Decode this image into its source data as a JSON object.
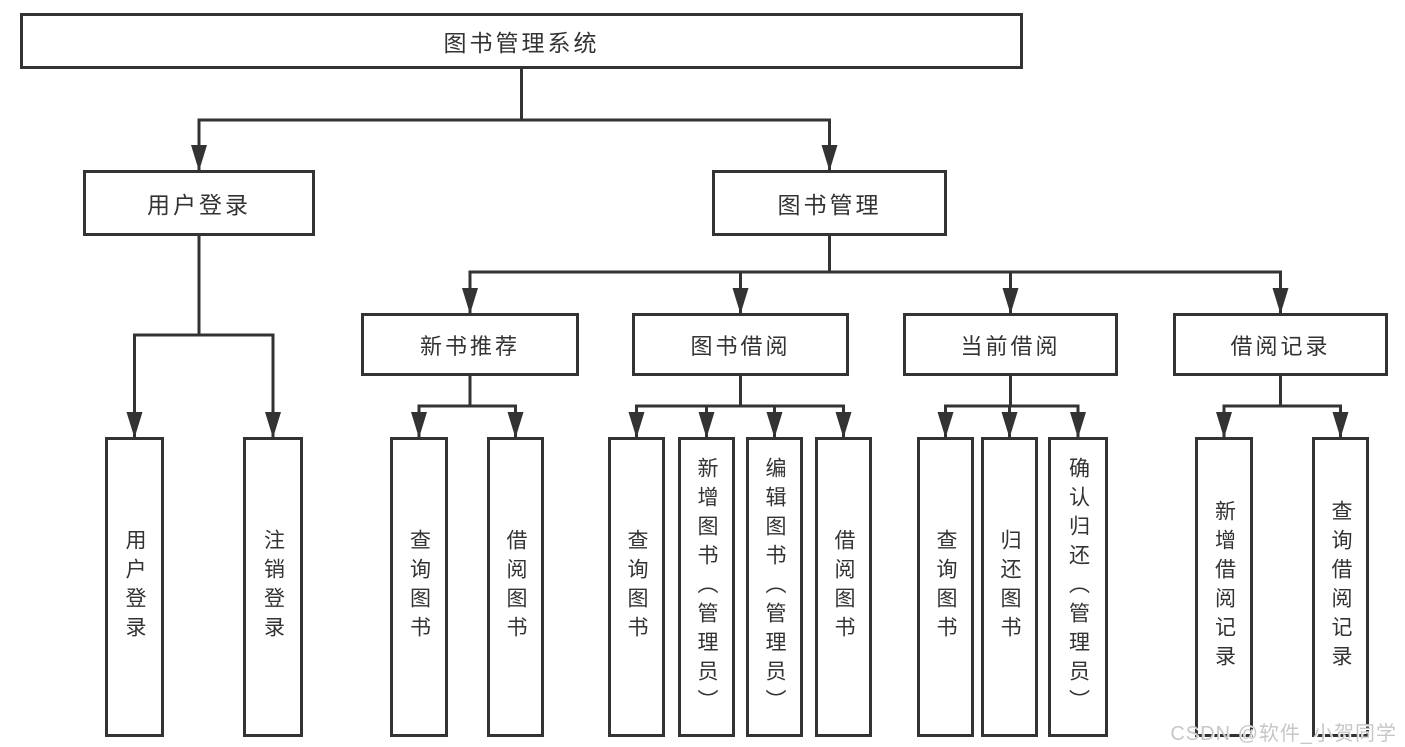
{
  "diagram": {
    "root": "图书管理系统",
    "login_branch": {
      "label": "用户登录",
      "children": [
        "用户登录",
        "注销登录"
      ]
    },
    "management_branch": {
      "label": "图书管理",
      "groups": [
        {
          "label": "新书推荐",
          "children": [
            "查询图书",
            "借阅图书"
          ]
        },
        {
          "label": "图书借阅",
          "children": [
            "查询图书",
            "新增图书（管理员）",
            "编辑图书（管理员）",
            "借阅图书"
          ]
        },
        {
          "label": "当前借阅",
          "children": [
            "查询图书",
            "归还图书",
            "确认归还（管理员）"
          ]
        },
        {
          "label": "借阅记录",
          "children": [
            "新增借阅记录",
            "查询借阅记录"
          ]
        }
      ]
    },
    "watermark": "CSDN @软件_小贺同学",
    "colors": {
      "line": "#333333",
      "text": "#333333",
      "box_background": "#ffffff",
      "watermark": "#c7c7c7",
      "background": "#ffffff"
    }
  }
}
